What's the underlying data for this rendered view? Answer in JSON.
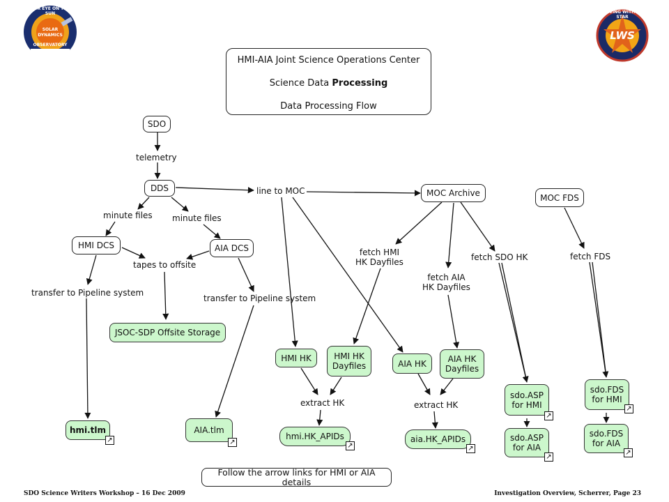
{
  "logos": {
    "sdo": {
      "ring_text": "OUR EYE ON THE SUN",
      "center_text_1": "SOLAR",
      "center_text_2": "DYNAMICS",
      "center_text_3": "OBSERVATORY"
    },
    "lws": {
      "ring_text": "LIVING WITH A STAR",
      "center_text": "LWS"
    }
  },
  "title": {
    "line1": "HMI-AIA Joint Science Operations Center",
    "line2_prefix": "Science Data ",
    "line2_bold": "Processing",
    "line3": "Data Processing Flow"
  },
  "nodes": {
    "sdo": "SDO",
    "dds": "DDS",
    "hmi_dcs": "HMI DCS",
    "aia_dcs": "AIA DCS",
    "moc_archive": "MOC Archive",
    "moc_fds": "MOC FDS",
    "jsoc_storage": "JSOC-SDP Offsite Storage",
    "hmi_tlm": "hmi.tlm",
    "aia_tlm": "AIA.tlm",
    "hmi_hk": "HMI HK",
    "hmi_hk_dayfiles_1": "HMI HK",
    "hmi_hk_dayfiles_2": "Dayfiles",
    "aia_hk": "AIA HK",
    "aia_hk_dayfiles_1": "AIA HK",
    "aia_hk_dayfiles_2": "Dayfiles",
    "hmi_hk_apids": "hmi.HK_APIDs",
    "aia_hk_apids": "aia.HK_APIDs",
    "sdo_asp_hmi_1": "sdo.ASP",
    "sdo_asp_hmi_2": "for HMI",
    "sdo_asp_aia_1": "sdo.ASP",
    "sdo_asp_aia_2": "for AIA",
    "sdo_fds_hmi_1": "sdo.FDS",
    "sdo_fds_hmi_2": "for HMI",
    "sdo_fds_aia_1": "sdo.FDS",
    "sdo_fds_aia_2": "for AIA",
    "follow_links": "Follow the arrow links for HMI or AIA details"
  },
  "labels": {
    "telemetry": "telemetry",
    "line_to_moc": "line to MOC",
    "minute_files_left": "minute files",
    "minute_files_right": "minute files",
    "tapes_to_offsite": "tapes to offsite",
    "transfer_left": "transfer to Pipeline system",
    "transfer_right": "transfer to Pipeline system",
    "fetch_hmi_1": "fetch HMI",
    "fetch_hmi_2": "HK  Dayfiles",
    "fetch_aia_1": "fetch AIA",
    "fetch_aia_2": "HK Dayfiles",
    "fetch_sdo_hk": "fetch SDO HK",
    "fetch_fds": "fetch FDS",
    "extract_hk_left": "extract HK",
    "extract_hk_right": "extract HK"
  },
  "footer": {
    "left": "SDO Science Writers Workshop – 16 Dec 2009",
    "right": "Investigation Overview, Scherrer, Page 23"
  },
  "link_icon_glyph": "↗",
  "colors": {
    "green_node": "#ccf7cc",
    "border": "#222222"
  }
}
